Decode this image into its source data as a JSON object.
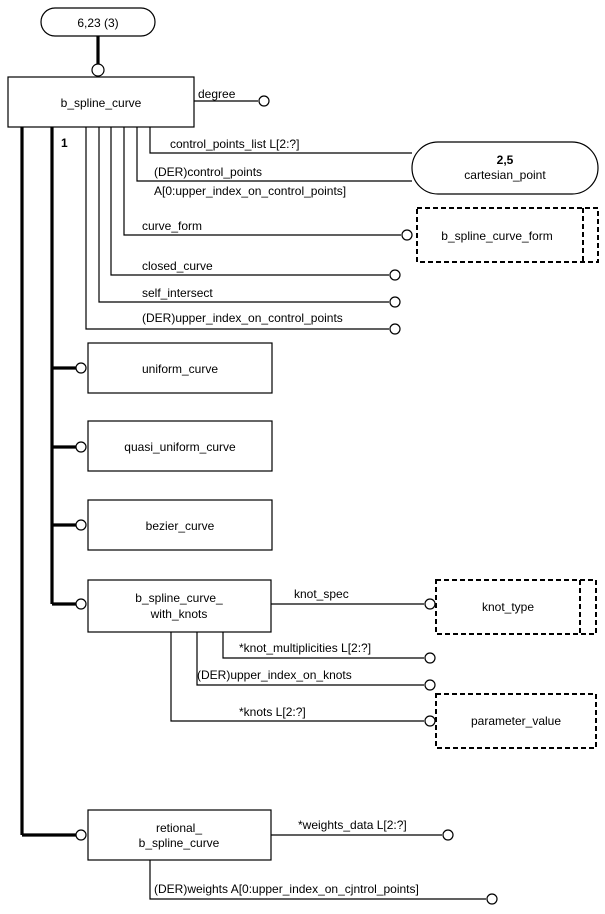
{
  "page_ref": "6,23 (3)",
  "entities": {
    "main": "b_spline_curve",
    "cartesian_ref": "2,5",
    "cartesian": "cartesian_point",
    "curve_form_type": "b_spline_curve_form",
    "uniform": "uniform_curve",
    "quasi": "quasi_uniform_curve",
    "bezier": "bezier_curve",
    "with_knots_line1": "b_spline_curve_",
    "with_knots_line2": "with_knots",
    "knot_type": "knot_type",
    "parameter_value": "parameter_value",
    "rational_line1": "retional_",
    "rational_line2": "b_spline_curve"
  },
  "attributes": {
    "degree": "degree",
    "control_points_list": "control_points_list L[2:?]",
    "der_control_points": "(DER)control_points",
    "control_points_agg": "A[0:upper_index_on_control_points]",
    "curve_form": "curve_form",
    "closed_curve": "closed_curve",
    "self_intersect": "self_intersect",
    "der_upper_index_cp": "(DER)upper_index_on_control_points",
    "knot_spec": "knot_spec",
    "knot_multiplicities": "*knot_multiplicities L[2:?]",
    "der_upper_index_knots": "(DER)upper_index_on_knots",
    "knots": "*knots L[2:?]",
    "weights_data": "*weights_data L[2:?]",
    "der_weights": "(DER)weights A[0:upper_index_on_cjntrol_points]"
  },
  "subtype_label": "1"
}
